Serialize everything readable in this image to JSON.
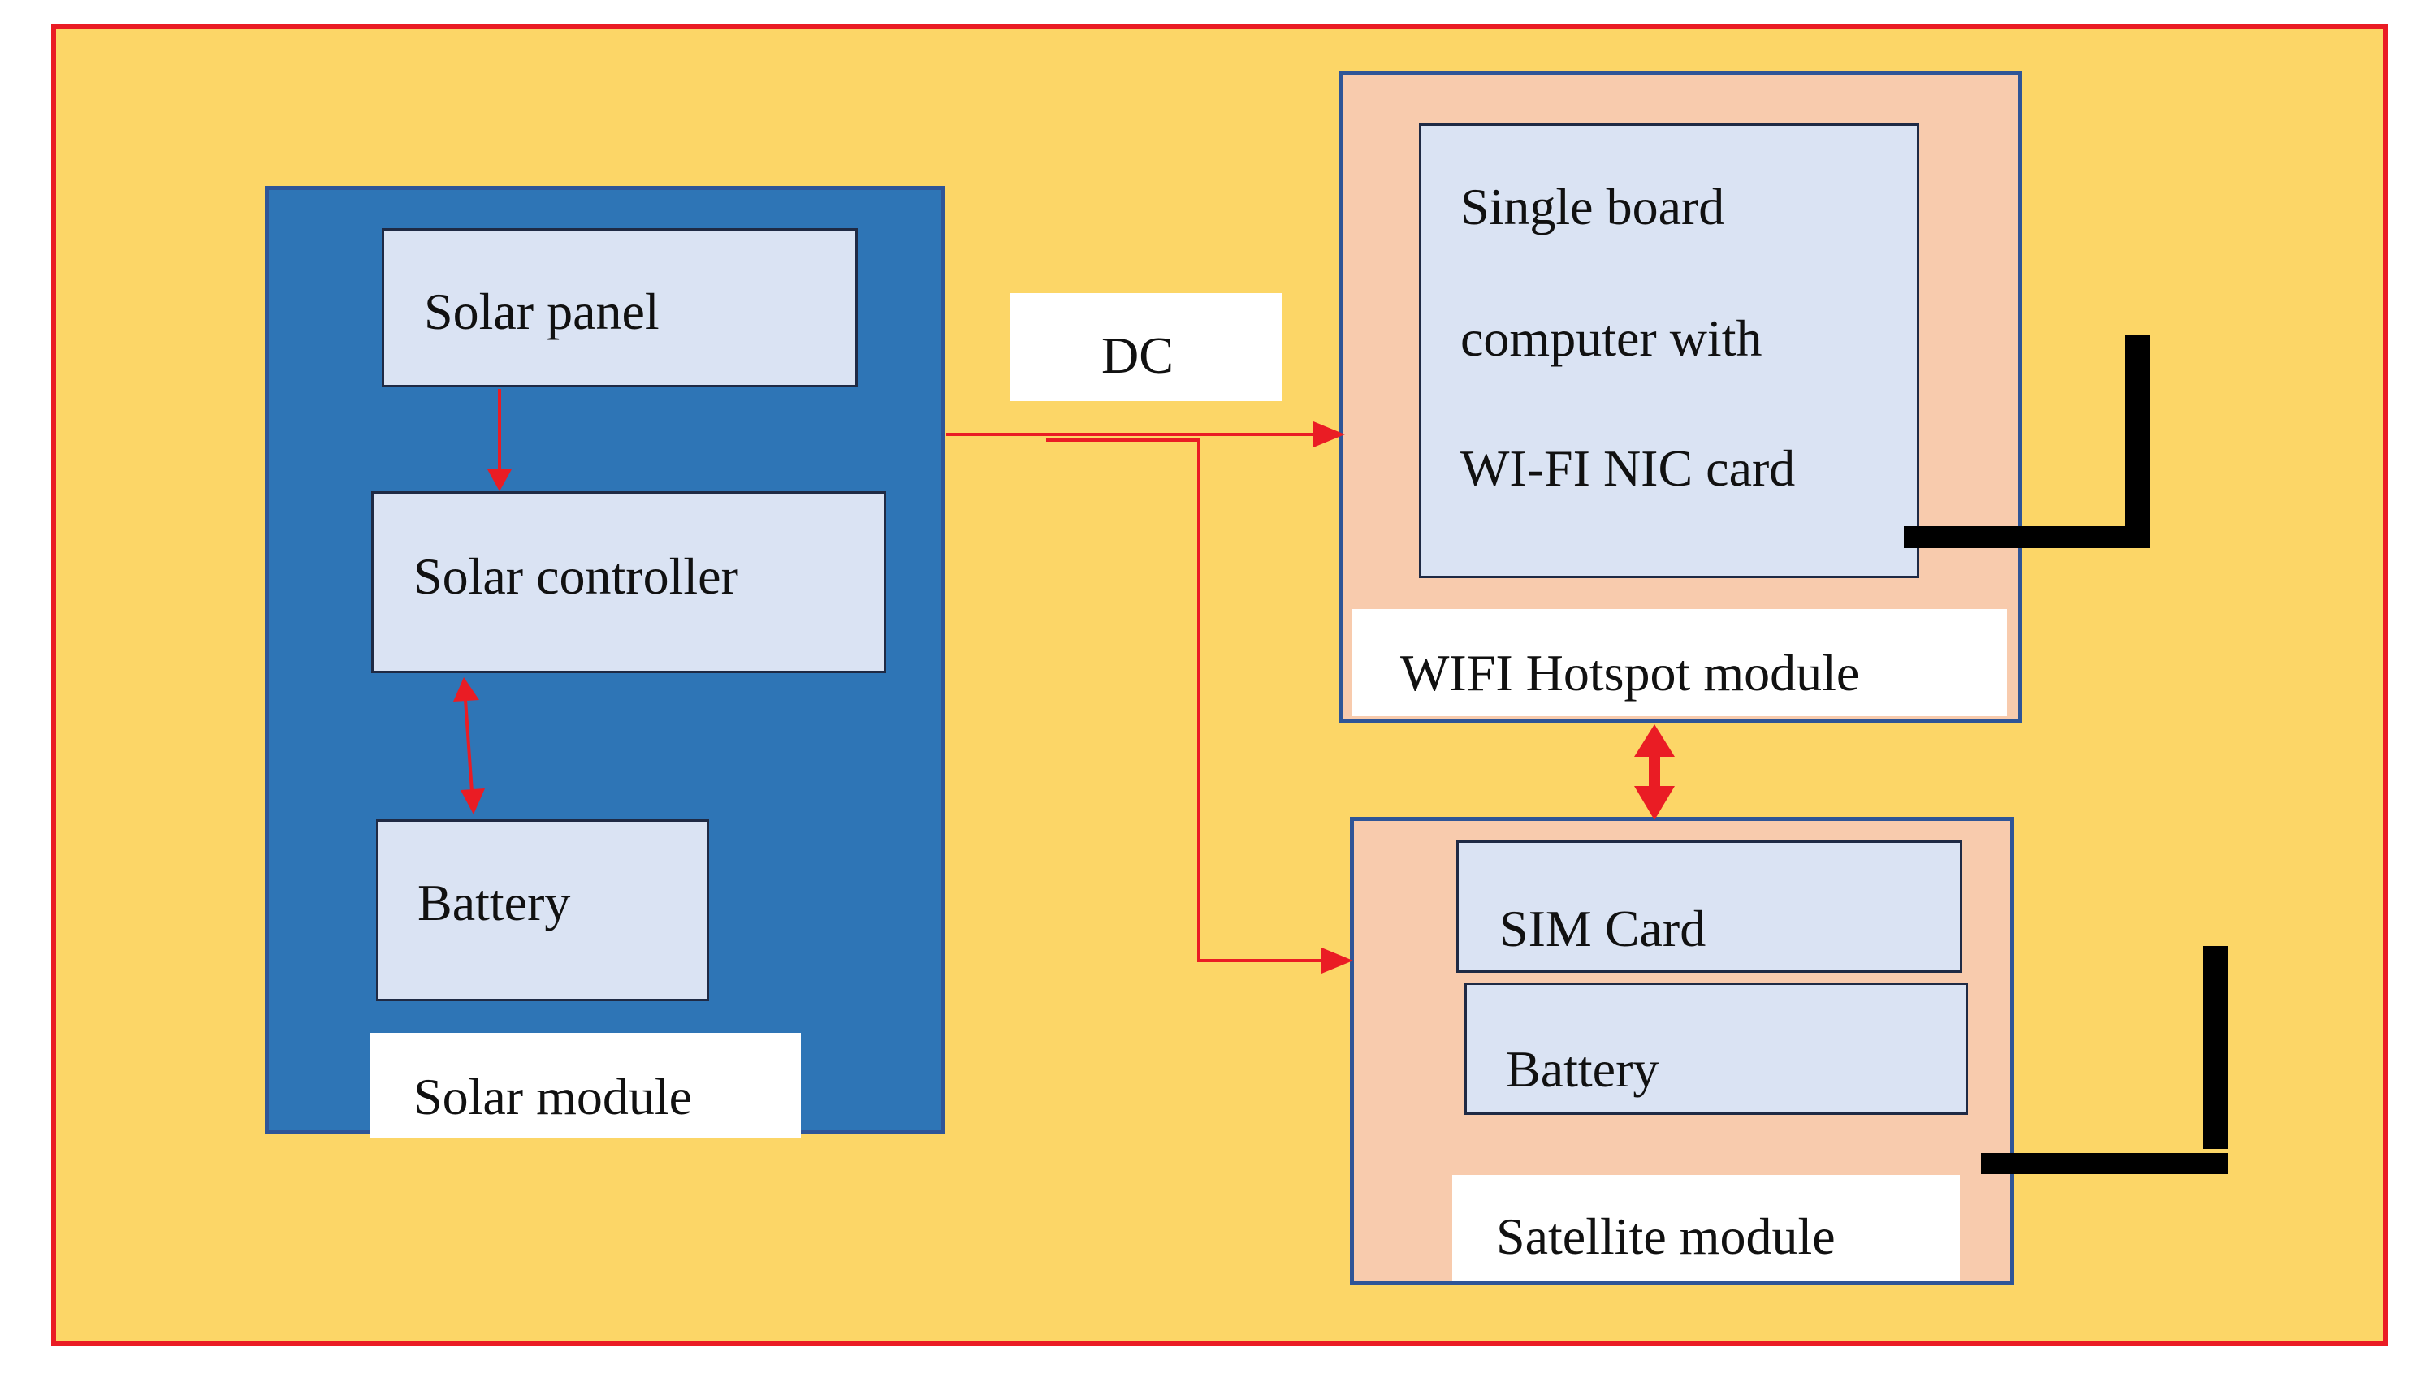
{
  "colors": {
    "frame_border": "#ea1c24",
    "frame_fill": "#fcd667",
    "solar_module_fill": "#2e75b6",
    "inner_box_fill": "#dae3f3",
    "module_fill": "#f8cbad",
    "arrow": "#ea1c24",
    "antenna": "#000000"
  },
  "solar": {
    "panel": "Solar panel",
    "controller": "Solar controller",
    "battery": "Battery",
    "module": "Solar module"
  },
  "dc_label": "DC",
  "wifi": {
    "sbc_line1": "Single board",
    "sbc_line2": "computer with",
    "sbc_line3": "WI-FI NIC card",
    "module": "WIFI Hotspot module"
  },
  "satellite": {
    "sim": "SIM Card",
    "battery": "Battery",
    "module": "Satellite module"
  },
  "icons": [
    "wifi-antenna-icon",
    "satellite-antenna-icon"
  ]
}
